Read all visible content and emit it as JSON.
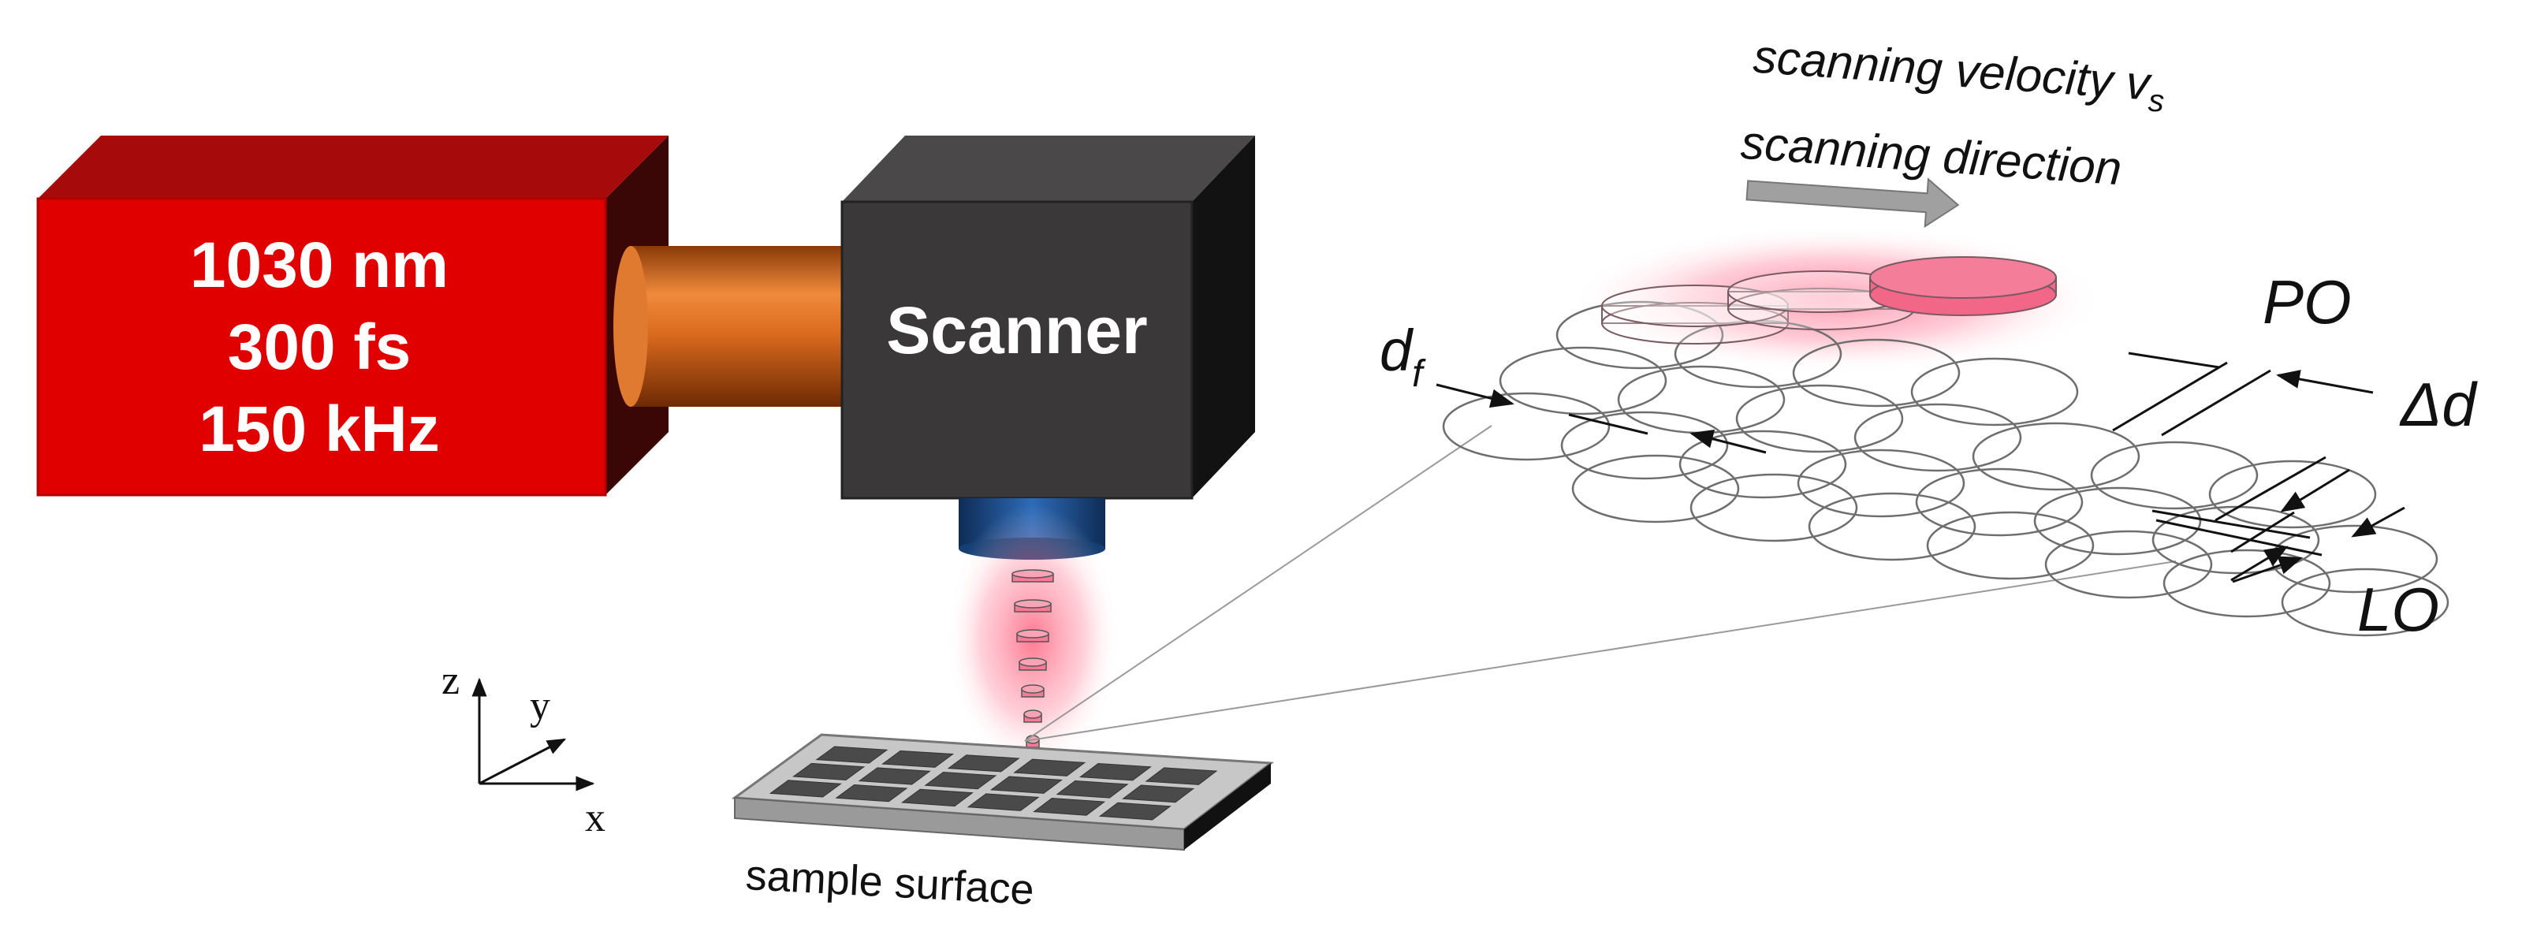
{
  "laser": {
    "wavelength": "1030 nm",
    "pulse_duration": "300 fs",
    "repetition_rate": "150 kHz",
    "color": "#e00000"
  },
  "scanner": {
    "label": "Scanner",
    "color": "#3a3838"
  },
  "scan": {
    "velocity_prefix": "scanning velocity v",
    "velocity_subscript": "s",
    "direction": "scanning direction"
  },
  "labels": {
    "spot_diameter_main": "d",
    "spot_diameter_sub": "f",
    "pulse_overlap": "PO",
    "delta_d": "Δd",
    "line_overlap": "LO",
    "sample": "sample surface"
  },
  "axes": {
    "z": "z",
    "y": "y",
    "x": "x"
  },
  "colors": {
    "beam_glow": "#ff5c7a",
    "pulse_fill": "#f06a88",
    "spot_outline": "#6e6e6e",
    "lens": "#1e4f8c",
    "tube": "#c95a14"
  }
}
